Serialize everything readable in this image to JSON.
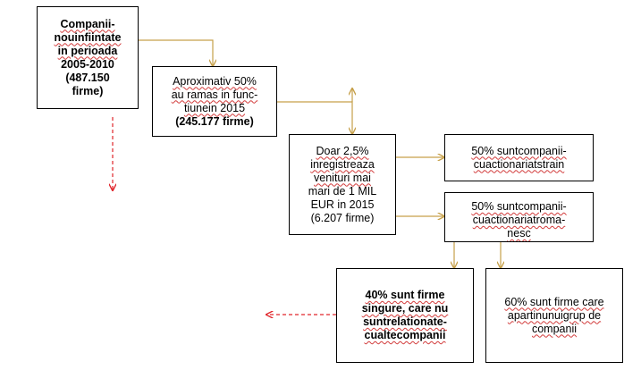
{
  "colors": {
    "connector": "#c6a04a",
    "dashed_arrow": "#e0242a",
    "box_border": "#000000"
  },
  "boxes": {
    "b1": {
      "lines": [
        "Companii-",
        "nouinfiintate",
        "in perioada",
        "2005-2010",
        "(487.150",
        "firme)"
      ]
    },
    "b2": {
      "lines": [
        "Aproximativ  50%",
        "au ramas  in  func-",
        "tiunein 2015",
        "(245.177 firme)"
      ]
    },
    "b3": {
      "lines": [
        "Doar 2,5%",
        "inregistreaza",
        "venituri mai",
        "mari de 1 MIL",
        "EUR in 2015",
        "(6.207 firme)"
      ]
    },
    "b4": {
      "lines": [
        "50% suntcompanii-",
        "cuactionariatstrain"
      ]
    },
    "b5": {
      "lines": [
        "50% suntcompanii-",
        "cuactionariatroma-",
        "nesc"
      ]
    },
    "b6": {
      "lines": [
        "40% sunt firme",
        "singure, care nu",
        "suntrelationate-",
        "cualtecompanii"
      ]
    },
    "b7": {
      "lines": [
        "60% sunt firme care",
        "apartinunuigrup de",
        "companii"
      ]
    }
  }
}
